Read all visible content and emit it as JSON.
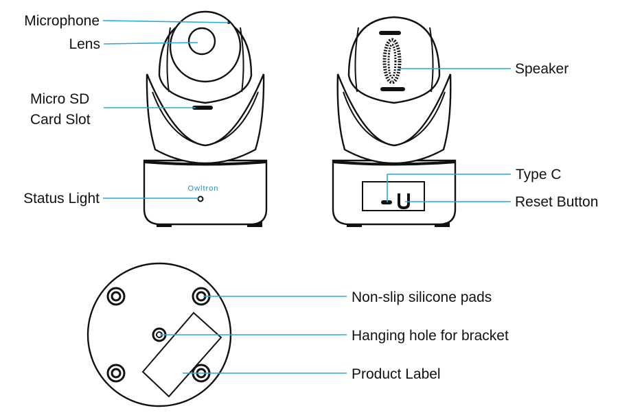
{
  "front_view": {
    "brand_logo_text": "Owltron",
    "labels": {
      "microphone": "Microphone",
      "lens": "Lens",
      "sd_slot_line1": "Micro SD",
      "sd_slot_line2": "Card Slot",
      "status_light": "Status Light"
    }
  },
  "back_view": {
    "labels": {
      "speaker": "Speaker",
      "type_c": "Type C",
      "reset_button": "Reset Button"
    }
  },
  "bottom_view": {
    "labels": {
      "pads": "Non-slip silicone pads",
      "hanging_hole": "Hanging hole for bracket",
      "product_label": "Product Label"
    }
  },
  "colors": {
    "leader_line": "#29a9d8",
    "outline": "#111111",
    "brand_text": "#1f8fb8"
  }
}
